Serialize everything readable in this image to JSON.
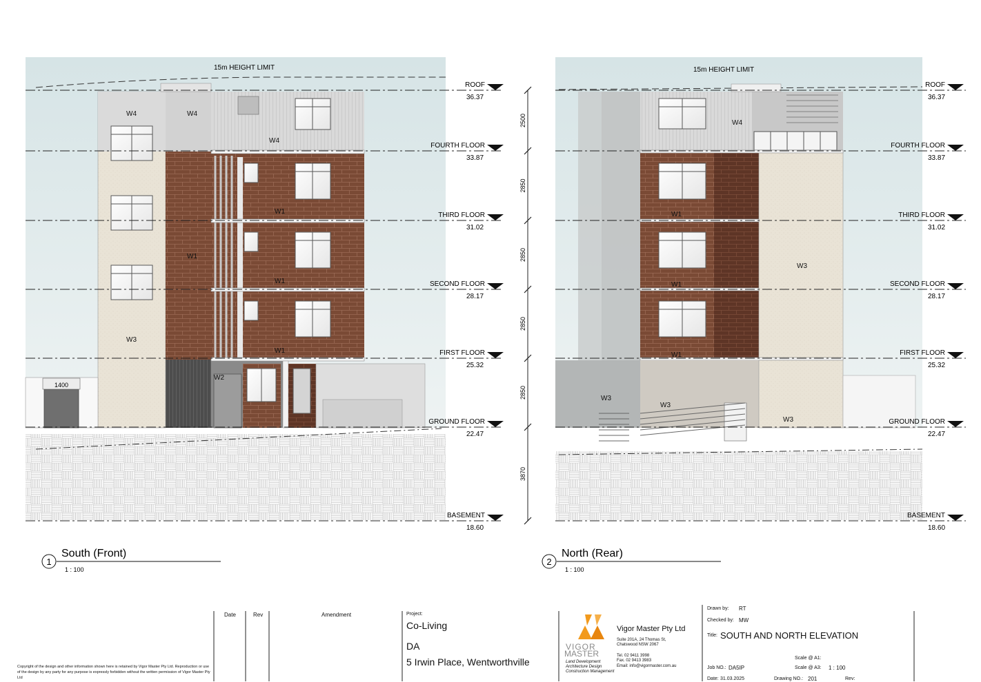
{
  "height_limit_label": "15m HEIGHT LIMIT",
  "levels": [
    {
      "name": "ROOF",
      "rl": "36.37"
    },
    {
      "name": "FOURTH FLOOR",
      "rl": "33.87"
    },
    {
      "name": "THIRD FLOOR",
      "rl": "31.02"
    },
    {
      "name": "SECOND FLOOR",
      "rl": "28.17"
    },
    {
      "name": "FIRST FLOOR",
      "rl": "25.32"
    },
    {
      "name": "GROUND FLOOR",
      "rl": "22.47"
    },
    {
      "name": "BASEMENT",
      "rl": "18.60"
    }
  ],
  "dimensions": [
    "2500",
    "2850",
    "2850",
    "2850",
    "2850",
    "3870"
  ],
  "south_tags": {
    "w4a": "W4",
    "w4b": "W4",
    "w4c": "W4",
    "w1side": "W1",
    "w1a": "W1",
    "w1b": "W1",
    "w1c": "W1",
    "w3": "W3",
    "w2": "W2",
    "bin_dim": "1400"
  },
  "north_tags": {
    "w4": "W4",
    "w1a": "W1",
    "w1b": "W1",
    "w1c": "W1",
    "w3": "W3",
    "w3a": "W3",
    "w3b": "W3",
    "w3c": "W3"
  },
  "views": [
    {
      "number": "1",
      "title": "South (Front)",
      "scale": "1 : 100"
    },
    {
      "number": "2",
      "title": "North (Rear)",
      "scale": "1 : 100"
    }
  ],
  "title_block": {
    "copyright": "Copyright of the design and other information shown here is retained by Vigor Master Pty Ltd.  Reproduction or use of the design by any party for any purpose is expressly forbidden without the written permission of Vigor Master Pty Ltd",
    "col_date": "Date",
    "col_rev": "Rev",
    "col_amendment": "Amendment",
    "project_label": "Project:",
    "project_name": "Co-Living",
    "project_stage": "DA",
    "project_address": "5 Irwin Place, Wentworthville",
    "logo_word1": "VIGOR",
    "logo_word2": "MASTER",
    "logo_tag1": "Land Development",
    "logo_tag2": "Architecture Design",
    "logo_tag3": "Construction Management",
    "company": "Vigor Master Pty Ltd",
    "addr1": "Suite 201A, 24 Thomas St,",
    "addr2": "Chatswood NSW 2067",
    "tel": "Tel.  02 9411 3998",
    "fax": "Fax.  02 9413 3983",
    "email": "Email:  info@vigormaster.com.au",
    "drawn_by_label": "Drawn by:",
    "drawn_by": "RT",
    "checked_by_label": "Checked by:",
    "checked_by": "MW",
    "title_label": "Title:",
    "title": "SOUTH AND NORTH ELEVATION",
    "job_label": "Job NO.:",
    "job_no": "DA5IP",
    "scale_a1_label": "Scale @ A1:",
    "scale_a3_label": "Scale @ A3:",
    "scale_a3": "1 : 100",
    "date_label": "Date:",
    "date": "31.03.2025",
    "drawing_label": "Drawing NO.:",
    "drawing_no": "201",
    "rev_label": "Rev:"
  },
  "colors": {
    "sky": "#dde8ea",
    "brick": "#7a4a35",
    "render": "#e8e1d4",
    "cladding": "#d6d6d6",
    "glass": "#f2f2f2",
    "logo_orange": "#f29a1d"
  }
}
